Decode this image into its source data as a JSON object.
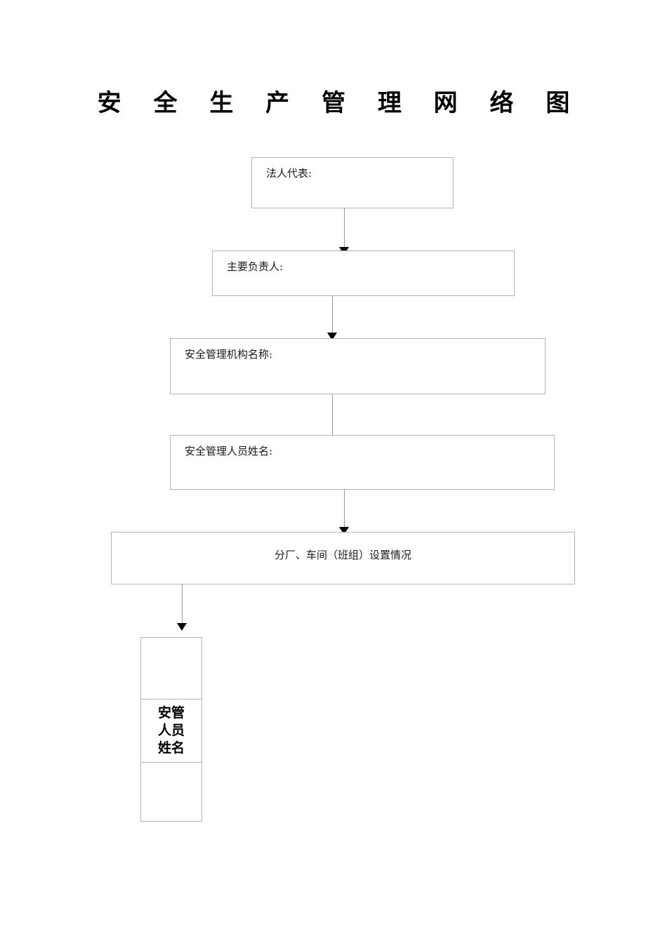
{
  "document": {
    "title": "安 全 生 产 管 理 网 络 图",
    "title_plain": "安全生产管理网络图"
  },
  "flow": {
    "boxes": [
      {
        "id": "legal-rep",
        "label": "法人代表:",
        "align": "left"
      },
      {
        "id": "main-leader",
        "label": "主要负责人:",
        "align": "left"
      },
      {
        "id": "org-name",
        "label": "安全管理机构名称:",
        "align": "left"
      },
      {
        "id": "staff-name",
        "label": "安全管理人员姓名:",
        "align": "left"
      },
      {
        "id": "branch-setup",
        "label": "分厂、车间（班组）设置情况",
        "align": "center"
      }
    ],
    "connectors": [
      {
        "id": "conn-1",
        "from": "legal-rep",
        "to": "main-leader",
        "arrow": "down"
      },
      {
        "id": "conn-2",
        "from": "main-leader",
        "to": "org-name",
        "arrow": "down"
      },
      {
        "id": "conn-3",
        "from": "org-name",
        "to": "staff-name",
        "arrow": "down"
      },
      {
        "id": "conn-4",
        "from": "staff-name",
        "to": "branch-setup",
        "arrow": "down"
      },
      {
        "id": "conn-5",
        "from": "branch-setup",
        "to": "personnel-table",
        "arrow": "down"
      }
    ]
  },
  "personnel_table": {
    "cells": [
      {
        "id": "cell-top",
        "label": ""
      },
      {
        "id": "cell-title",
        "label": "安管人员姓名"
      },
      {
        "id": "cell-bottom",
        "label": ""
      }
    ]
  },
  "colors": {
    "page_background": "#ffffff",
    "box_border": "#b3b3b3",
    "connector_line": "#9a9a9a",
    "arrowhead": "#000000",
    "text": "#1a1a1a",
    "title_text": "#000000"
  }
}
